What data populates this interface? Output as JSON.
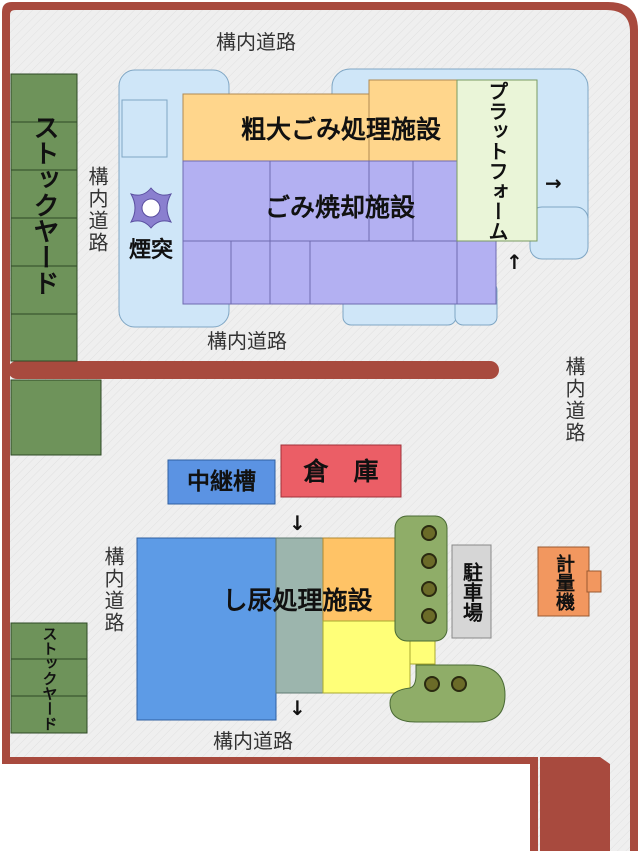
{
  "labels": {
    "road_top": "構内道路",
    "road_left_upper": "構内道路",
    "road_mid": "構内道路",
    "road_right": "構内道路",
    "road_left_lower": "構内道路",
    "road_bottom": "構内道路",
    "stockyard_upper": "ストックヤード",
    "stockyard_lower": "ストックヤード",
    "bulky_waste": "粗大ごみ処理施設",
    "incineration": "ごみ焼却施設",
    "platform": "プラットフォーム",
    "chimney": "煙突",
    "relay_tank": "中継槽",
    "warehouse": "倉　庫",
    "night_soil": "し尿処理施設",
    "parking": "駐車場",
    "scale": "計量機"
  },
  "arrows": {
    "platform_out": "→",
    "platform_in": "↑",
    "warehouse_down": "↓",
    "night_soil_down": "↓"
  },
  "colors": {
    "wall": "#a84a3e",
    "ground": "#eeeeee",
    "stockyard": "#6e935a",
    "bulky": "#ffd68c",
    "incinerator": "#b3b0f2",
    "platform": "#eaf5d8",
    "light_blue": "#cfe6f8",
    "relay": "#5b93e3",
    "warehouse": "#eb5e66",
    "night_soil": "#5d9be6",
    "gray_green": "#9cb5ad",
    "orange": "#ffc366",
    "yellow": "#ffff78",
    "parking_green": "#8fad68",
    "parking_gray": "#d6d6d6",
    "scale": "#f2975f",
    "chimney": "#8a7fcf"
  }
}
